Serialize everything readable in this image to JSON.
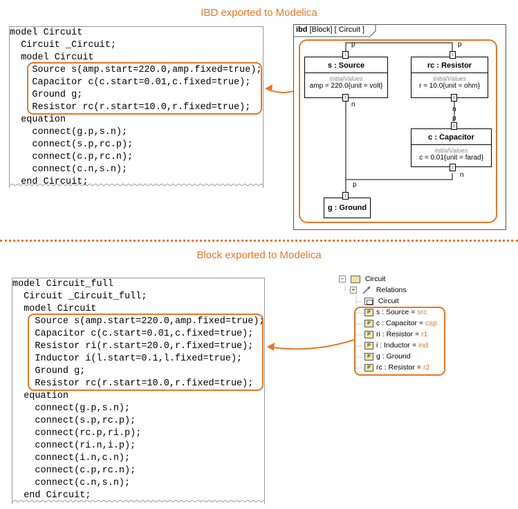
{
  "top_heading": "IBD exported to Modelica",
  "bottom_heading": "Block exported to Modelica",
  "code1": [
    "model Circuit",
    "  Circuit _Circuit;",
    "  model Circuit",
    "    Source s(amp.start=220.0,amp.fixed=true);",
    "    Capacitor c(c.start=0.01,c.fixed=true);",
    "    Ground g;",
    "    Resistor rc(r.start=10.0,r.fixed=true);",
    "  equation",
    "    connect(g.p,s.n);",
    "    connect(s.p,rc.p);",
    "    connect(c.p,rc.n);",
    "    connect(c.n,s.n);",
    "  end Circuit;"
  ],
  "code2": [
    "model Circuit_full",
    "  Circuit _Circuit_full;",
    "  model Circuit",
    "    Source s(amp.start=220.0,amp.fixed=true);",
    "    Capacitor c(c.start=0.01,c.fixed=true);",
    "    Resistor ri(r.start=20.0,r.fixed=true);",
    "    Inductor i(l.start=0.1,l.fixed=true);",
    "    Ground g;",
    "    Resistor rc(r.start=10.0,r.fixed=true);",
    "  equation",
    "    connect(g.p,s.n);",
    "    connect(s.p,rc.p);",
    "    connect(rc.p,ri.p);",
    "    connect(ri.n,i.p);",
    "    connect(i.n,c.n);",
    "    connect(c.p,rc.n);",
    "    connect(c.n,s.n);",
    "  end Circuit;"
  ],
  "ibd": {
    "tab_keyword": "ibd",
    "tab_text": "[Block]  [ Circuit ]",
    "initial_values_label": "initialValues",
    "parts": {
      "source": {
        "name": "s : Source",
        "value": "amp = 220.0{unit = volt}"
      },
      "resistor": {
        "name": "rc : Resistor",
        "value": "r = 10.0{unit = ohm}"
      },
      "capacitor": {
        "name": "c : Capacitor",
        "value": "c = 0.01{unit = farad}"
      },
      "ground": {
        "name": "g : Ground"
      }
    },
    "port_labels": {
      "p": "p",
      "n": "n"
    }
  },
  "tree": {
    "root": "Circuit",
    "relations": "Relations",
    "diagram": "Circuit",
    "parts": [
      {
        "name": "s : Source = ",
        "type": "src"
      },
      {
        "name": "c : Capacitor = ",
        "type": "cap"
      },
      {
        "name": "ri : Resistor = ",
        "type": "r1"
      },
      {
        "name": "i : Inductor = ",
        "type": "ind"
      },
      {
        "name": "g : Ground",
        "type": ""
      },
      {
        "name": "rc : Resistor = ",
        "type": "r2"
      }
    ]
  },
  "colors": {
    "accent": "#e87722",
    "part_icon": "#f2e4a6"
  }
}
